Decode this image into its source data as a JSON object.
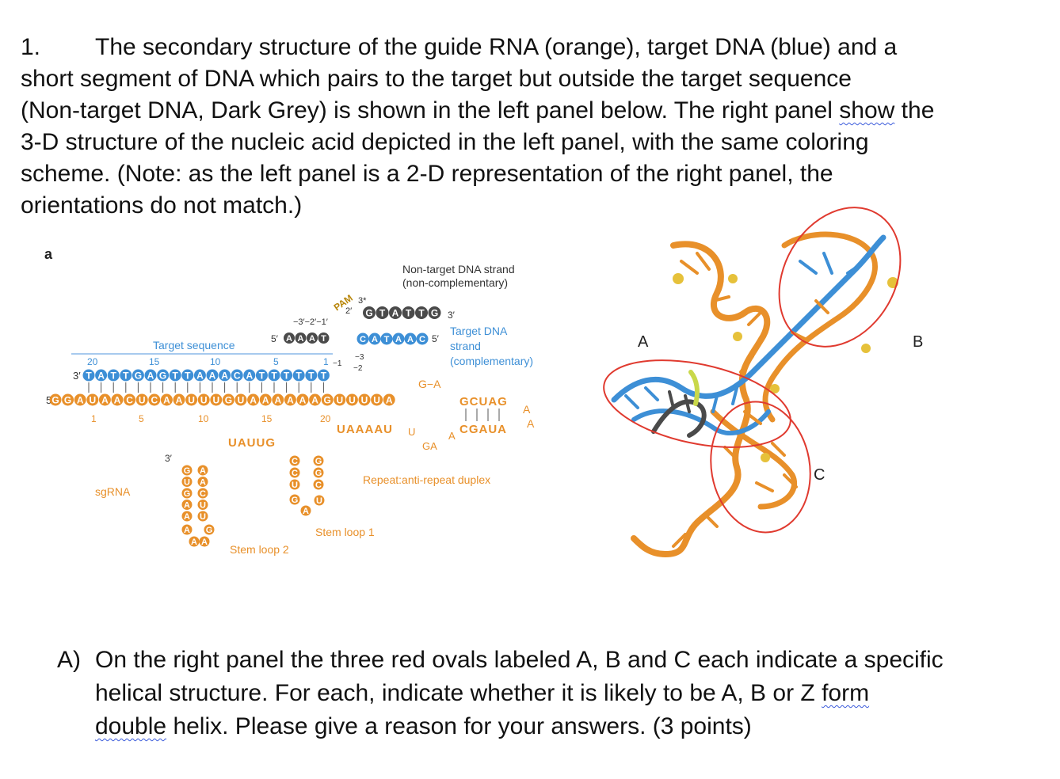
{
  "question": {
    "number": "1.",
    "lines": [
      "The secondary structure of the guide RNA (orange), target DNA (blue) and a",
      "short segment of DNA which pairs to the target but outside the target sequence",
      "(Non-target DNA, Dark Grey) is shown in the left panel below. The right panel",
      "show",
      "the",
      "3-D structure of the nucleic acid depicted in the left panel, with the same coloring",
      "scheme. (Note: as the left panel is a 2-D representation of the right panel, the",
      "orientations do not match.)"
    ]
  },
  "left_panel": {
    "panel_letter": "a",
    "nontarget_label": [
      "Non-target DNA strand",
      "(non-complementary)"
    ],
    "target_label": [
      "Target DNA",
      "strand",
      "(complementary)"
    ],
    "target_sequence_label": "Target sequence",
    "pam_label": "PAM",
    "sgrna_label": "sgRNA",
    "repeat_label": "Repeat:anti-repeat duplex",
    "stem_loop_1": "Stem loop 1",
    "stem_loop_2": "Stem loop 2",
    "dna_numbers": [
      "20",
      "15",
      "10",
      "5",
      "1"
    ],
    "rna_numbers": [
      "1",
      "5",
      "10",
      "15",
      "20"
    ],
    "target_dna_seq": "TATTGAGTTAAACATTTTTT",
    "target_dna_prefix": "3′",
    "sgrna_seq": "GGAUAACUCAAUUUGUAAAAAAGUUUUA",
    "sgrna_prefix": "5′",
    "top_left_seq": "AAAT",
    "top_left_prefix": "5′",
    "nontarget_seq": "GTATTG",
    "nontarget_suffix": "3′",
    "target_top_seq": "CATAAC",
    "target_top_suffix": "5′",
    "pam_positions": "−3′−2′−1′",
    "three_prime_star": "3*",
    "two_prime": "2′",
    "repeat_top": "GCUAG",
    "repeat_bottom": "CGAUA",
    "repeat_loop": "AA",
    "ga_pair": "G−A",
    "lower_seq": "UAAAAU",
    "uga": "UGA",
    "stem1_top": "UAUUG",
    "sl2_left": [
      "G",
      "U",
      "G",
      "A",
      "A"
    ],
    "sl2_right": [
      "A",
      "A",
      "C",
      "U",
      "U"
    ],
    "sl1_left": [
      "C",
      "C",
      "U"
    ],
    "sl1_right": [
      "G",
      "G",
      "C"
    ],
    "three_prime_left": "3′",
    "minus_labels": [
      "−1",
      "−2",
      "−3"
    ]
  },
  "right_panel": {
    "label_a": "A",
    "label_b": "B",
    "label_c": "C"
  },
  "answer": {
    "prefix": "A)",
    "lines": [
      "On the right panel the three red ovals labeled A, B and C each indicate a specific",
      "helical structure. For each, indicate whether it is likely to be A, B or Z",
      "form",
      "double",
      "helix. Please give a reason for your answers. (3 points)"
    ]
  },
  "colors": {
    "rna_orange": "#e8902a",
    "dna_blue": "#3d8fd6",
    "nontarget_grey": "#4a4a4a",
    "oval_red": "#e03a2f",
    "pam_yellow": "#c9d84a"
  }
}
